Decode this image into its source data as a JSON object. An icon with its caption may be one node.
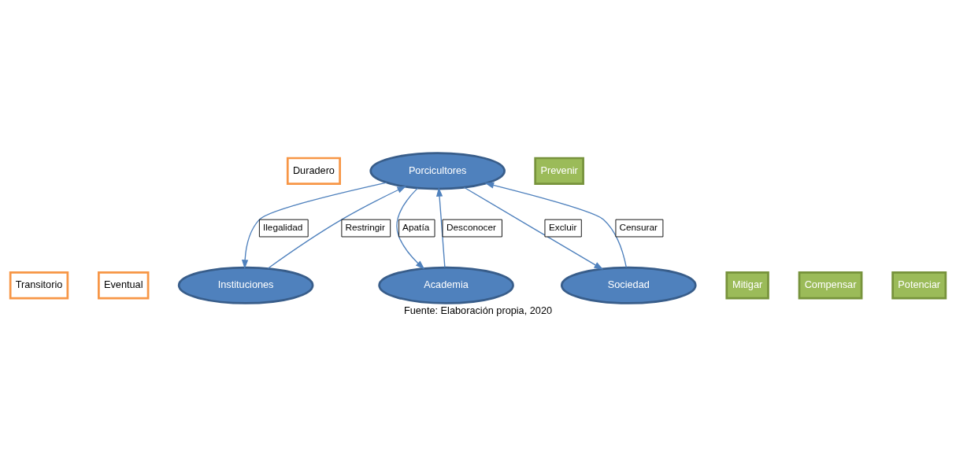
{
  "diagram": {
    "caption": "Fuente: Elaboración propia, 2020",
    "nodes": [
      {
        "text": [
          "Duradero"
        ]
      },
      {
        "text": [
          "Transitorio"
        ]
      },
      {
        "text": [
          "Eventual"
        ]
      },
      {
        "text": [
          "Porcicultores"
        ]
      },
      {
        "text": [
          "Instituciones"
        ]
      },
      {
        "text": [
          "Academia"
        ]
      },
      {
        "text": [
          "Sociedad"
        ]
      },
      {
        "text": [
          "Prevenir"
        ]
      },
      {
        "text": [
          "Mitigar"
        ]
      },
      {
        "text": [
          "Compensar"
        ]
      },
      {
        "text": [
          "Potenciar"
        ]
      }
    ],
    "edges": [
      {
        "from": 4,
        "to": 3,
        "arrow": "to",
        "label": "Restringir"
      },
      {
        "from": 3,
        "to": 4,
        "arrow": "to",
        "label": "Ilegalidad"
      },
      {
        "from": 5,
        "to": 3,
        "arrow": "to",
        "label": "Desconocer"
      },
      {
        "from": 3,
        "to": 5,
        "arrow": "to",
        "label": "Apatía"
      },
      {
        "from": 6,
        "to": 3,
        "arrow": "to",
        "label": "Censurar"
      },
      {
        "from": 3,
        "to": 6,
        "arrow": "to",
        "label": "Excluir"
      }
    ]
  }
}
